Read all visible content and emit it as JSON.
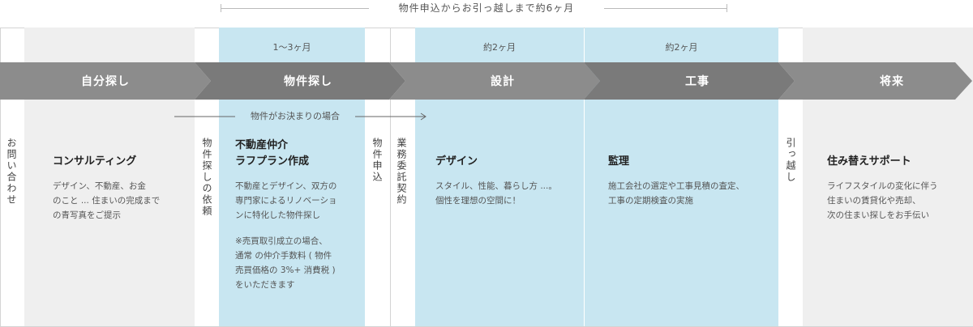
{
  "header": {
    "total_label": "物件申込からお引っ越しまで約6ヶ月"
  },
  "periods": [
    {
      "id": "search",
      "label": "1〜3ヶ月"
    },
    {
      "id": "design",
      "label": "約2ヶ月"
    },
    {
      "id": "construction",
      "label": "約2ヶ月"
    }
  ],
  "stages": [
    {
      "id": "self",
      "label": "自分探し"
    },
    {
      "id": "property",
      "label": "物件探し"
    },
    {
      "id": "design",
      "label": "設計"
    },
    {
      "id": "construction",
      "label": "工事"
    },
    {
      "id": "future",
      "label": "将来"
    }
  ],
  "steps": {
    "inquiry": "お問い合わせ",
    "property_request": "物件探しの依頼",
    "application": "物件申込",
    "contract": "業務委託契約",
    "moving": "引っ越し"
  },
  "sub_arrow": {
    "label": "物件がお決まりの場合"
  },
  "services": [
    {
      "id": "consulting",
      "title_lines": [
        "コンサルティング"
      ],
      "paragraphs": [
        [
          "デザイン、不動産、お金",
          "のこと ... 住まいの完成まで",
          "の青写真をご提示"
        ]
      ]
    },
    {
      "id": "brokerage",
      "title_lines": [
        "不動産仲介",
        "ラフプラン作成"
      ],
      "paragraphs": [
        [
          "不動産とデザイン、双方の",
          "専門家によるリノベーショ",
          "ンに特化した物件探し"
        ],
        [
          "※売買取引成立の場合、",
          "通常 の仲介手数料 ( 物件",
          "売買価格の 3%+ 消費税 )",
          "をいただきます"
        ]
      ]
    },
    {
      "id": "design",
      "title_lines": [
        "デザイン"
      ],
      "paragraphs": [
        [
          "スタイル、性能、暮らし方 ...。",
          "個性を理想の空間に！"
        ]
      ]
    },
    {
      "id": "supervision",
      "title_lines": [
        "監理"
      ],
      "paragraphs": [
        [
          "施工会社の選定や工事見積の査定、",
          "工事の定期検査の実施"
        ]
      ]
    },
    {
      "id": "support",
      "title_lines": [
        "住み替えサポート"
      ],
      "paragraphs": [
        [
          "ライフスタイルの変化に伴う",
          "住まいの賃貸化や売却、",
          "次の住まい探しをお手伝い"
        ]
      ]
    }
  ],
  "colors": {
    "arrow_gray": "#8c8c8c",
    "column_gray": "#efefef",
    "column_blue": "#c8e6f1"
  }
}
